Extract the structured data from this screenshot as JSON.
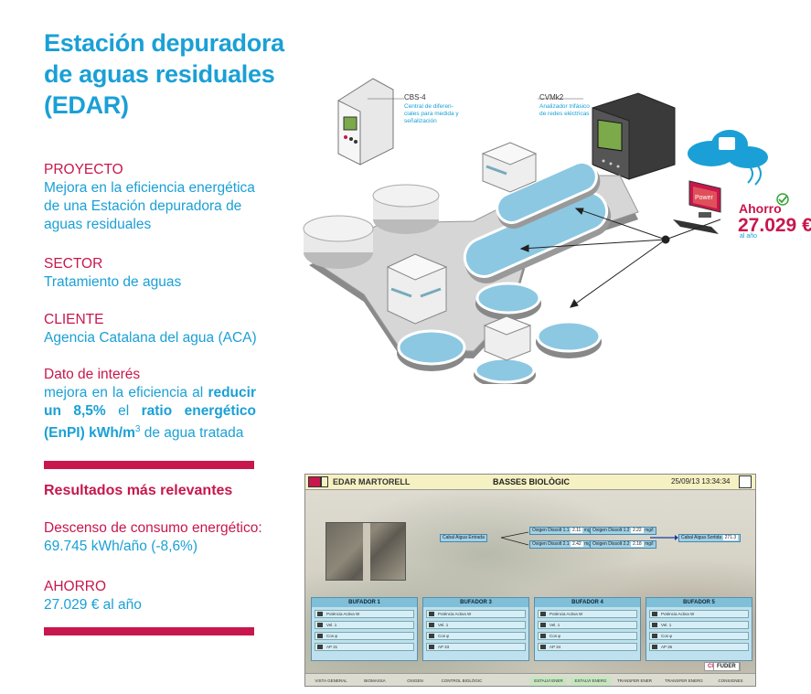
{
  "title": {
    "line1": "Estación depuradora",
    "line2": "de aguas residuales",
    "line3": "(EDAR)"
  },
  "proyecto": {
    "label": "PROYECTO",
    "line1": "Mejora en la eficiencia energética",
    "line2": "de una Estación depuradora de",
    "line3": "aguas residuales"
  },
  "sector": {
    "label": "SECTOR",
    "value": "Tratamiento de aguas"
  },
  "cliente": {
    "label": "CLIENTE",
    "value": "Agencia Catalana del agua (ACA)"
  },
  "dato": {
    "label": "Dato de interés",
    "l1_pre": "mejora  en la eficiencia al ",
    "l1_bold": "reducir",
    "l2_bold1": "un 8,5%",
    "l2_mid": " el ",
    "l2_bold2": "ratio energético",
    "l3_bold": "(EnPI) kWh/m",
    "l3_sup": "3",
    "l3_post": " de agua tratada"
  },
  "resultados": {
    "title": "Resultados más relevantes",
    "consumo_label": "Descenso de consumo energético:",
    "consumo_value": "69.745 kWh/año (-8,6%)",
    "ahorro_label": "AHORRO",
    "ahorro_value": "27.029 € al año"
  },
  "diagram": {
    "cbs_name": "CBS-4",
    "cbs_desc1": "Central de diferen-",
    "cbs_desc2": "ciales para medida y",
    "cbs_desc3": "señalización",
    "cvm_name": "CVMk2",
    "cvm_desc1": "Analizador trifásico",
    "cvm_desc2": "de redes eléctricas",
    "savings_label": "Ahorro",
    "savings_value": "27.029 €",
    "savings_period": "al año",
    "monitor_brand": "Power"
  },
  "scada": {
    "plant": "EDAR MARTORELL",
    "screen": "BASSES BIOLÒGIC",
    "datetime": "25/09/13 13:34:34",
    "flow1": "Cabal Aigua Entrada",
    "o2_1": "Oxigen Dissolt 1.1",
    "o2_1_val": "2.11",
    "o2_2": "Oxigen Dissolt 1.2",
    "o2_2_val": "2.22",
    "o2_3": "Oxigen Dissolt 2.1",
    "o2_3_val": "2.42",
    "o2_4": "Oxigen Dissolt 2.2",
    "o2_4_val": "2.18",
    "flow2": "Cabal Aigua Sortida",
    "flow2_val": "271.3",
    "unit": "mg/l",
    "blowers": [
      {
        "name": "BUFADOR 1",
        "row1": "Potència Activa W",
        "row2": "Vel. 1",
        "row3": "Cos φ",
        "row4": "AP 31"
      },
      {
        "name": "BUFADOR 3",
        "row1": "Potència Activa W",
        "row2": "Vel. 1",
        "row3": "Cos φ",
        "row4": "AP 33"
      },
      {
        "name": "BUFADOR 4",
        "row1": "Potència Activa W",
        "row2": "Vel. 1",
        "row3": "Cos φ",
        "row4": "AP 34"
      },
      {
        "name": "BUFADOR 5",
        "row1": "Potència Activa W",
        "row2": "Vel. 1",
        "row3": "Cos φ",
        "row4": "AP 35"
      }
    ],
    "brand1": "CIRCUTOR",
    "brand2": "FUDER",
    "footer": [
      "VISTA GENERAL",
      "BIOMASSA",
      "OXIGEN",
      "CONTROL BIOLÒGIC",
      "ESTALVI ENER",
      "ESTALVI ENERG",
      "TRANSFER ENER",
      "TRANSFER ENERG",
      "CONSIGNES"
    ]
  },
  "colors": {
    "accent_blue": "#1aa0d6",
    "accent_red": "#c8174c"
  }
}
